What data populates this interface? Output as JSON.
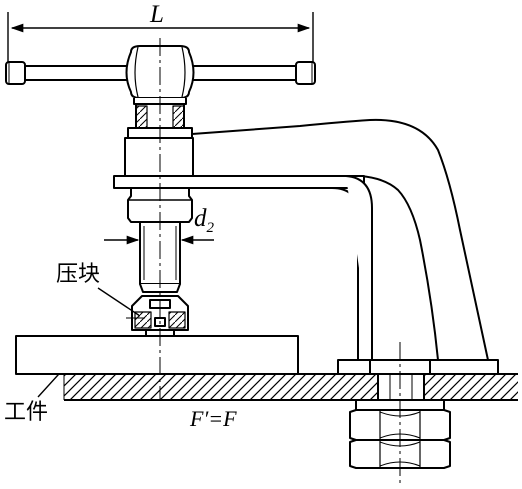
{
  "diagram": {
    "type": "technical-drawing",
    "labels": {
      "dimension_length": "L",
      "diameter_symbol": "d",
      "diameter_subscript": "2",
      "pressure_block": "压块",
      "workpiece": "工件",
      "force_equation": "F′=F"
    },
    "colors": {
      "line": "#000000",
      "background": "#ffffff"
    }
  }
}
